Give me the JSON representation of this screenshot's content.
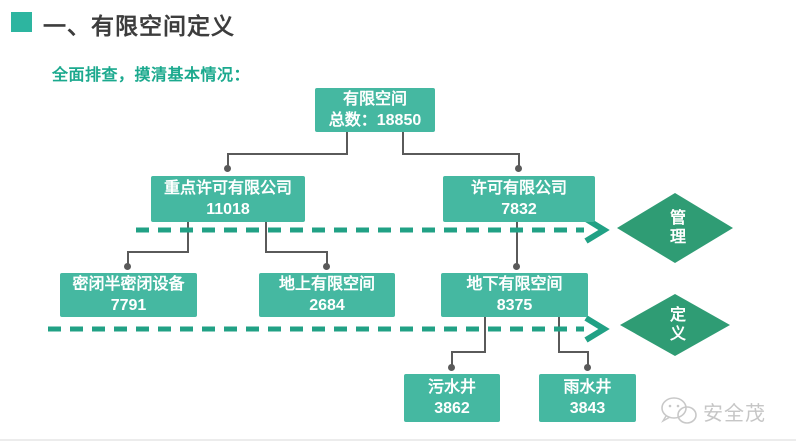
{
  "theme": {
    "teal-box": "#45b8a1",
    "diamond-green": "#2f9c74",
    "arrow-green": "#21a185",
    "line-gray": "#5a5a5a",
    "title-color": "#3d3d3d",
    "subtitle-green": "#1ba98e",
    "accent-square": "#2db5a0",
    "watermark-gray": "#c6c6c6"
  },
  "title": "一、有限空间定义",
  "subtitle": "全面排查，摸清基本情况：",
  "nodes": {
    "root": {
      "line1": "有限空间",
      "line2": "总数：18850"
    },
    "key_permit": {
      "line1": "重点许可有限公司",
      "line2": "11018"
    },
    "permit": {
      "line1": "许可有限公司",
      "line2": "7832"
    },
    "sealed": {
      "line1": "密闭半密闭设备",
      "line2": "7791"
    },
    "above_ground": {
      "line1": "地上有限空间",
      "line2": "2684"
    },
    "underground": {
      "line1": "地下有限空间",
      "line2": "8375"
    },
    "sewage_well": {
      "line1": "污水井",
      "line2": "3862"
    },
    "rain_well": {
      "line1": "雨水井",
      "line2": "3843"
    }
  },
  "diamonds": {
    "management": "管理",
    "definition": "定义"
  },
  "watermark": {
    "text": "安全茂",
    "icon": "wechat-icon"
  }
}
